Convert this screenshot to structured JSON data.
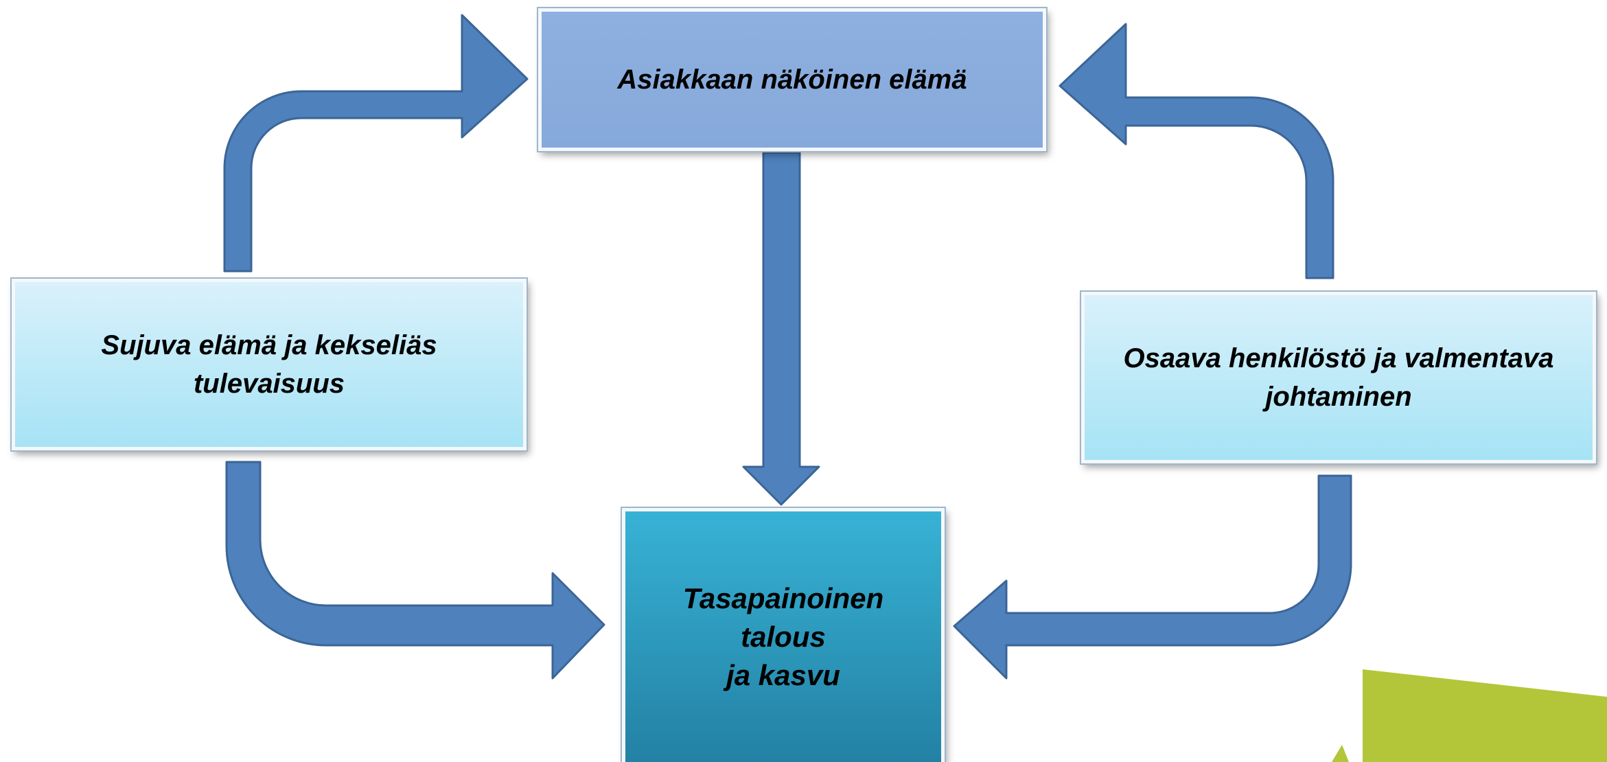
{
  "nodes": {
    "top": "Asiakkaan näköinen elämä",
    "left_line1": "Sujuva elämä ja kekseliäs",
    "left_line2": "tulevaisuus",
    "right_line1": "Osaava henkilöstö ja valmentava",
    "right_line2": "johtaminen",
    "bottom_line1": "Tasapainoinen talous",
    "bottom_line2": "ja kasvu"
  },
  "colors": {
    "arrow": "#4f81bd",
    "top_box": "#8eb0e0",
    "side_boxes": "#c0eaf8",
    "bottom_box": "#2f9fc6",
    "logo_accent": "#b3c63a"
  },
  "icons": [
    "logo-mark"
  ]
}
